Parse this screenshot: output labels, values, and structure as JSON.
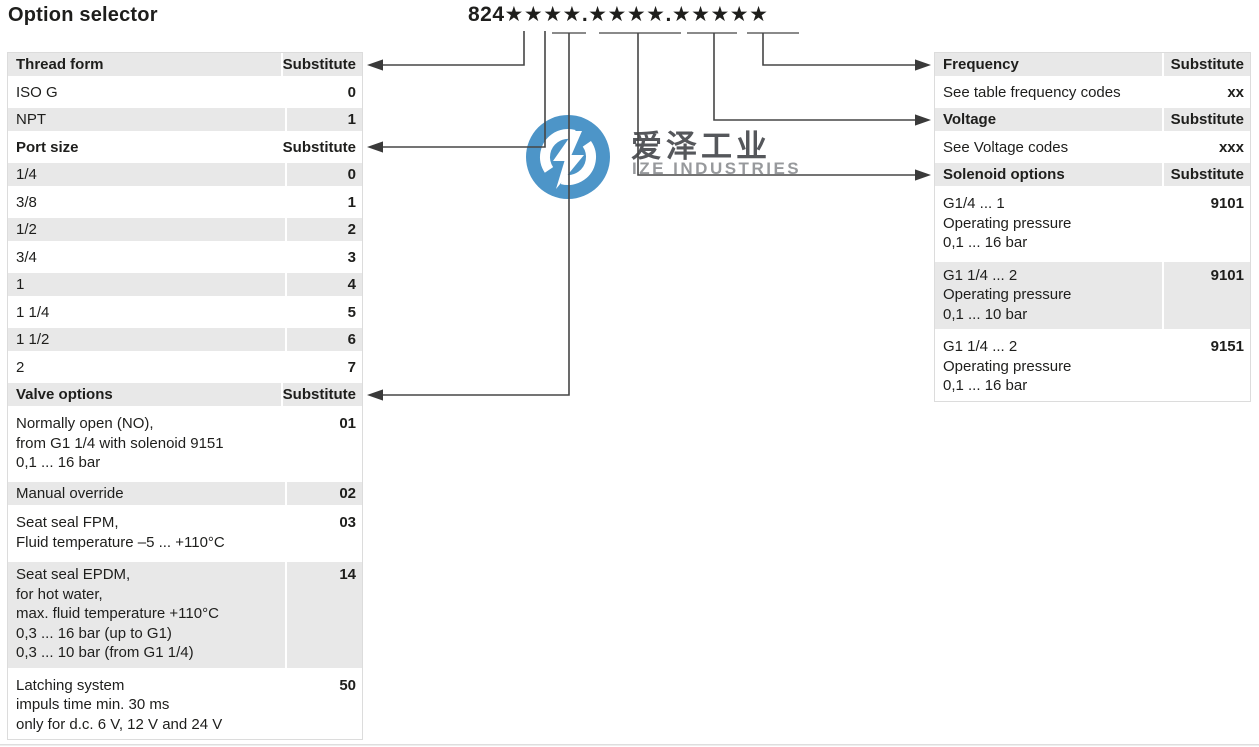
{
  "title": "Option selector",
  "part_number": "824★★★★.★★★★.★★★★★",
  "watermark": {
    "cn": "爱泽工业",
    "en": "IZE INDUSTRIES"
  },
  "colors": {
    "row_gray": "#e8e8e8",
    "logo_blue": "#4d95c8",
    "connector_line": "#464646",
    "watermark_text_dark": "#55575b",
    "watermark_text_light": "#97999c"
  },
  "tables": {
    "thread_form": {
      "title": "Thread form",
      "substitute": "Substitute",
      "rows": [
        {
          "label": "ISO G",
          "value": "0"
        },
        {
          "label": "NPT",
          "value": "1"
        }
      ]
    },
    "port_size": {
      "title": "Port size",
      "substitute": "Substitute",
      "rows": [
        {
          "label": "1/4",
          "value": "0"
        },
        {
          "label": "3/8",
          "value": "1"
        },
        {
          "label": "1/2",
          "value": "2"
        },
        {
          "label": "3/4",
          "value": "3"
        },
        {
          "label": "1",
          "value": "4"
        },
        {
          "label": "1 1/4",
          "value": "5"
        },
        {
          "label": "1 1/2",
          "value": "6"
        },
        {
          "label": "2",
          "value": "7"
        }
      ]
    },
    "valve_options": {
      "title": "Valve options",
      "substitute": "Substitute",
      "rows": [
        {
          "lines": [
            "Normally open (NO),",
            "from G1 1/4 with solenoid 9151",
            "0,1 ... 16 bar"
          ],
          "value": "01"
        },
        {
          "lines": [
            "Manual override"
          ],
          "value": "02"
        },
        {
          "lines": [
            "Seat seal FPM,",
            "Fluid temperature  –5 ... +110°C"
          ],
          "value": "03"
        },
        {
          "lines": [
            "Seat seal EPDM,",
            "for hot water,",
            "max.  fluid temperature +110°C",
            "0,3 ... 16 bar (up to G1)",
            "0,3 ... 10 bar (from G1 1/4)"
          ],
          "value": "14"
        },
        {
          "lines": [
            "Latching system",
            "impuls time min. 30 ms",
            "only for d.c. 6 V, 12 V and 24 V"
          ],
          "value": "50"
        }
      ]
    },
    "frequency": {
      "title": "Frequency",
      "substitute": "Substitute",
      "rows": [
        {
          "label": "See table frequency codes",
          "value": "xx"
        }
      ]
    },
    "voltage": {
      "title": "Voltage",
      "substitute": "Substitute",
      "rows": [
        {
          "label": "See Voltage codes",
          "value": "xxx"
        }
      ]
    },
    "solenoid_options": {
      "title": "Solenoid options",
      "substitute": "Substitute",
      "rows": [
        {
          "lines": [
            "G1/4 ... 1",
            "Operating pressure",
            "0,1 ... 16 bar"
          ],
          "value": "9101"
        },
        {
          "lines": [
            "G1 1/4 ... 2",
            "Operating pressure",
            "0,1 ... 10 bar"
          ],
          "value": "9101"
        },
        {
          "lines": [
            "G1 1/4 ... 2",
            "Operating pressure",
            "0,1 ... 16 bar"
          ],
          "value": "9151"
        }
      ]
    }
  }
}
